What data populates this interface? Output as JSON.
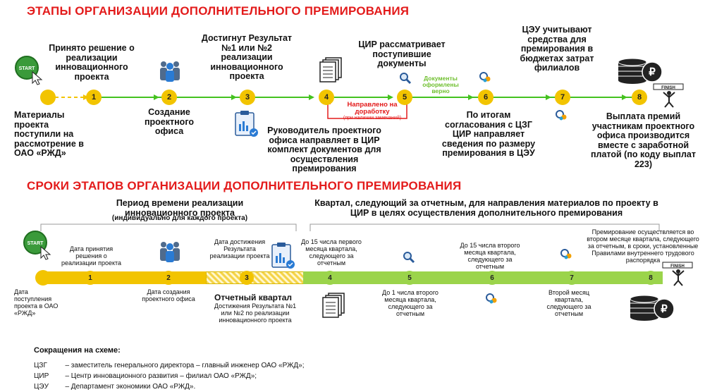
{
  "section1": {
    "title": "ЭТАПЫ ОРГАНИЗАЦИИ ДОПОЛНИТЕЛЬНОГО ПРЕМИРОВАНИЯ",
    "start_label": "START",
    "nodes": [
      "1",
      "2",
      "3",
      "4",
      "5",
      "6",
      "7",
      "8"
    ],
    "top": {
      "n1": "Принято решение о реализации инновационного проекта",
      "n3": "Достигнут Результат №1 или №2 реализации инновационного проекта",
      "n5": "ЦИР рассматривает поступившие документы",
      "n7": "ЦЭУ учитывают средства для премирования в бюджетах затрат филиалов"
    },
    "bottom": {
      "n0": "Материалы проекта поступили на рассмотрение в ОАО «РЖД»",
      "n2": "Создание проектного офиса",
      "n3": "Руководитель проектного офиса направляет в ЦИР комплект документов для осуществления премирования",
      "n6": "По итогам согласования с ЦЗГ ЦИР направляет сведения по размеру премирования в ЦЭУ",
      "n8": "Выплата премий участникам проектного офиса производится вместе с заработной платой (по коду выплат 223)"
    },
    "green_note": "Документы оформлены верно",
    "red_note_main": "Направлено на доработку",
    "red_note_sub": "(при наличии замечаний)",
    "finish_label": "FINISH"
  },
  "section2": {
    "title": "СРОКИ ЭТАПОВ ОРГАНИЗАЦИИ ДОПОЛНИТЕЛЬНОГО ПРЕМИРОВАНИЯ",
    "period1_title": "Период времени реализации инновационного проекта",
    "period1_sub": "(индивидуально для каждого проекта)",
    "period2_title": "Квартал, следующий за отчетным, для направления материалов по проекту в ЦИР в целях осуществления дополнительного премирования",
    "nodes": [
      "1",
      "2",
      "3",
      "4",
      "5",
      "6",
      "7",
      "8"
    ],
    "start_label": "START",
    "finish_label": "FINISH",
    "top": {
      "n1": "Дата принятия решения о реализации проекта",
      "n3": "Дата достижения Результата реализации проекта",
      "n4": "До 15 числа первого месяца квартала, следующего за отчетным",
      "n6": "До 15 числа второго месяца квартала, следующего за отчетным",
      "n8": "Премирование осуществляется во втором месяце квартала, следующего за отчетным, в сроки, установленные Правилами внутреннего трудового распорядка"
    },
    "bottom": {
      "n0": "Дата поступления проекта в ОАО «РЖД»",
      "n2": "Дата создания проектного офиса",
      "n3_title": "Отчетный квартал",
      "n3": "Достижения Результата №1 или №2 по реализации инновационного проекта",
      "n5": "До 1 числа второго месяца квартала, следующего за отчетным",
      "n7": "Второй месяц квартала, следующего за отчетным"
    }
  },
  "abbreviations": {
    "heading": "Сокращения на схеме:",
    "items": [
      {
        "abbr": "ЦЗГ",
        "text": "– заместитель генерального директора – главный инженер ОАО «РЖД»;"
      },
      {
        "abbr": "ЦИР",
        "text": "– Центр инновационного развития – филиал ОАО «РЖД»;"
      },
      {
        "abbr": "ЦЭУ",
        "text": "– Департамент экономики ОАО «РЖД»."
      }
    ]
  },
  "colors": {
    "title_red": "#e31b1b",
    "node_yellow": "#f2c400",
    "bar_green": "#9bd44b",
    "arrow_green": "#44c21f",
    "note_green": "#6fbf2e"
  }
}
